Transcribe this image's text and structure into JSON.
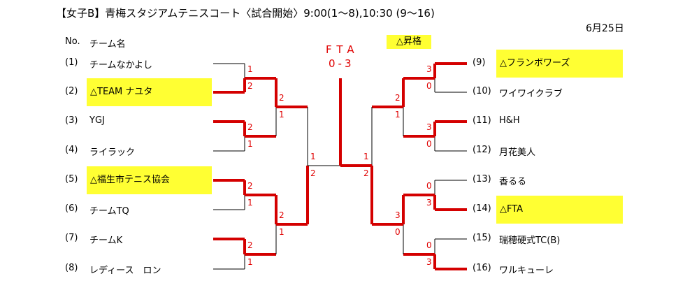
{
  "title": "【女子B】青梅スタジアムテニスコート〈試合開始〉9:00(1～8),10:30 (9～16)",
  "date": "6月25日",
  "header": {
    "no": "No.",
    "team": "チーム名"
  },
  "promotion_label": "△昇格",
  "final": {
    "line1": "FTA",
    "line2": "0-3"
  },
  "teams_left": [
    {
      "num": "(1)",
      "name": "チームなかよし"
    },
    {
      "num": "(2)",
      "name": "△TEAM ナユタ"
    },
    {
      "num": "(3)",
      "name": "YGJ"
    },
    {
      "num": "(4)",
      "name": "ライラック"
    },
    {
      "num": "(5)",
      "name": "△福生市テニス協会"
    },
    {
      "num": "(6)",
      "name": "チームTQ"
    },
    {
      "num": "(7)",
      "name": "チームK"
    },
    {
      "num": "(8)",
      "name": "レディース　ロン"
    }
  ],
  "teams_right": [
    {
      "num": "(9)",
      "name": "△フランボワーズ"
    },
    {
      "num": "(10)",
      "name": "ワイワイクラブ"
    },
    {
      "num": "(11)",
      "name": "H&H"
    },
    {
      "num": "(12)",
      "name": "月花美人"
    },
    {
      "num": "(13)",
      "name": "香るる"
    },
    {
      "num": "(14)",
      "name": "△FTA"
    },
    {
      "num": "(15)",
      "name": "瑞穂硬式TC(B)"
    },
    {
      "num": "(16)",
      "name": "ワルキューレ"
    }
  ],
  "scores_left": {
    "r1": [
      "1",
      "2",
      "2",
      "1",
      "2",
      "1",
      "2",
      "1"
    ],
    "r2": [
      "2",
      "1",
      "2",
      "1"
    ],
    "r3": [
      "1",
      "2"
    ]
  },
  "scores_right": {
    "r1": [
      "3",
      "0",
      "3",
      "0",
      "0",
      "3",
      "0",
      "3"
    ],
    "r2": [
      "2",
      "1",
      "3",
      "0"
    ],
    "r3": [
      "1",
      "2"
    ]
  },
  "colors": {
    "win_line": "#d40000",
    "highlight": "#ffff33",
    "score": "#e00000"
  }
}
